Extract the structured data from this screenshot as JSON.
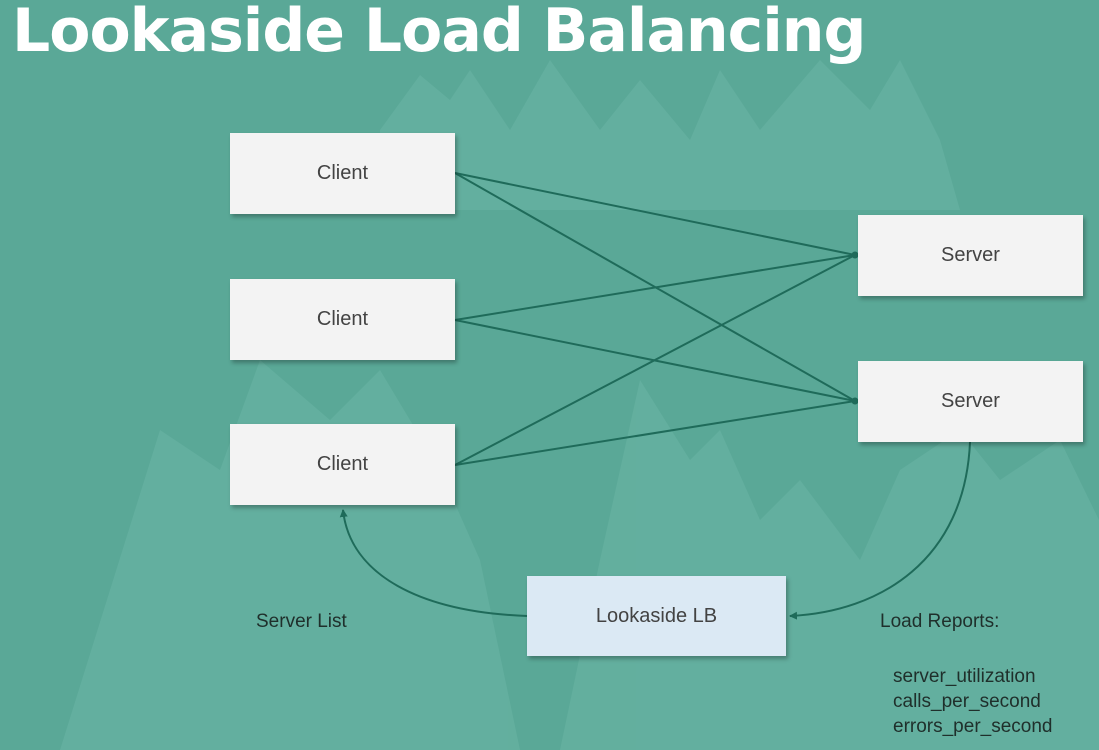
{
  "title": "Lookaside Load Balancing",
  "clients": [
    {
      "label": "Client"
    },
    {
      "label": "Client"
    },
    {
      "label": "Client"
    }
  ],
  "servers": [
    {
      "label": "Server"
    },
    {
      "label": "Server"
    }
  ],
  "lookaside": {
    "label": "Lookaside LB"
  },
  "server_list_label": "Server List",
  "load_reports": {
    "label": "Load Reports:",
    "metrics": [
      "server_utilization",
      "calls_per_second",
      "errors_per_second"
    ]
  },
  "colors": {
    "background": "#5aa897",
    "line": "#1f6b5a",
    "box": "#f3f3f3",
    "lookaside_box": "#dbe9f4"
  }
}
